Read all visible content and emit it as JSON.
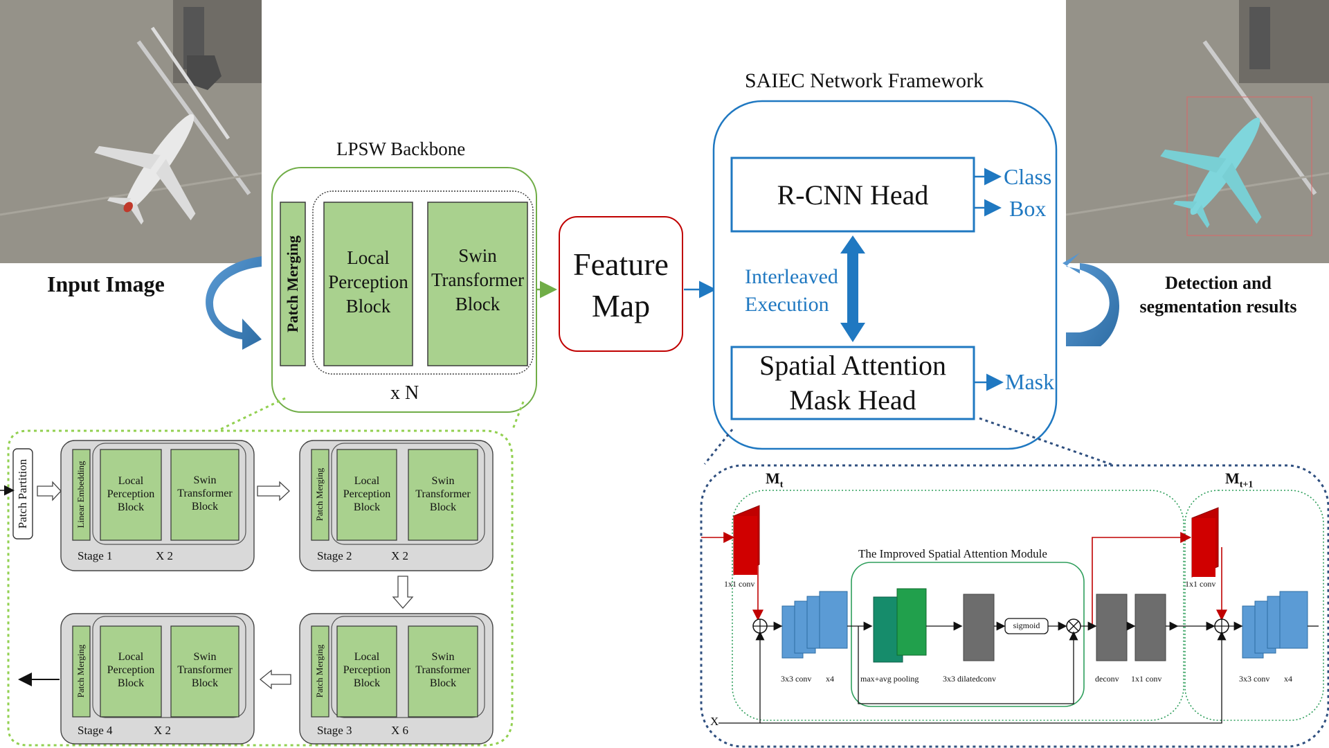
{
  "input": {
    "label": "Input Image"
  },
  "output": {
    "label_line1": "Detection and",
    "label_line2": "segmentation results"
  },
  "backbone": {
    "title": "LPSW Backbone",
    "patch_merging": "Patch Merging",
    "local_block": [
      "Local",
      "Perception",
      "Block"
    ],
    "swin_block": [
      "Swin",
      "Transformer",
      "Block"
    ],
    "repeat": "x N"
  },
  "feature_map": {
    "line1": "Feature",
    "line2": "Map"
  },
  "framework": {
    "title": "SAIEC Network Framework",
    "rcnn_head": "R-CNN Head",
    "class_label": "Class",
    "box_label": "Box",
    "interleaved_line1": "Interleaved",
    "interleaved_line2": "Execution",
    "mask_head_line1": "Spatial Attention",
    "mask_head_line2": "Mask Head",
    "mask_label": "Mask"
  },
  "stages": {
    "patch_partition": "Patch Partition",
    "linear_embedding": "Linear Embedding",
    "patch_merging": "Patch Merging",
    "local_block": [
      "Local",
      "Perception",
      "Block"
    ],
    "swin_block": [
      "Swin",
      "Transformer",
      "Block"
    ],
    "items": [
      {
        "name": "Stage 1",
        "repeat": "X 2"
      },
      {
        "name": "Stage 2",
        "repeat": "X 2"
      },
      {
        "name": "Stage 3",
        "repeat": "X 6"
      },
      {
        "name": "Stage 4",
        "repeat": "X 2"
      }
    ]
  },
  "attention": {
    "mt": "M",
    "mt_sub": "t",
    "mt1": "M",
    "mt1_sub": "t+1",
    "module_title": "The Improved Spatial Attention Module",
    "conv1x1": "1x1 conv",
    "conv3x3": "3x3 conv",
    "x4": "x4",
    "pooling": "max+avg pooling",
    "dilated": "3x3 dilatedconv",
    "sigmoid": "sigmoid",
    "deconv": "deconv",
    "conv1x1_b": "1x1 conv",
    "x_input": "X"
  },
  "colors": {
    "green_fill": "#a9d18e",
    "green_border": "#70ad47",
    "blue": "#1f78c1",
    "red_border": "#c00000",
    "navy_dotted": "#2f4f7f",
    "stage_gray": "#d0d0d0"
  }
}
